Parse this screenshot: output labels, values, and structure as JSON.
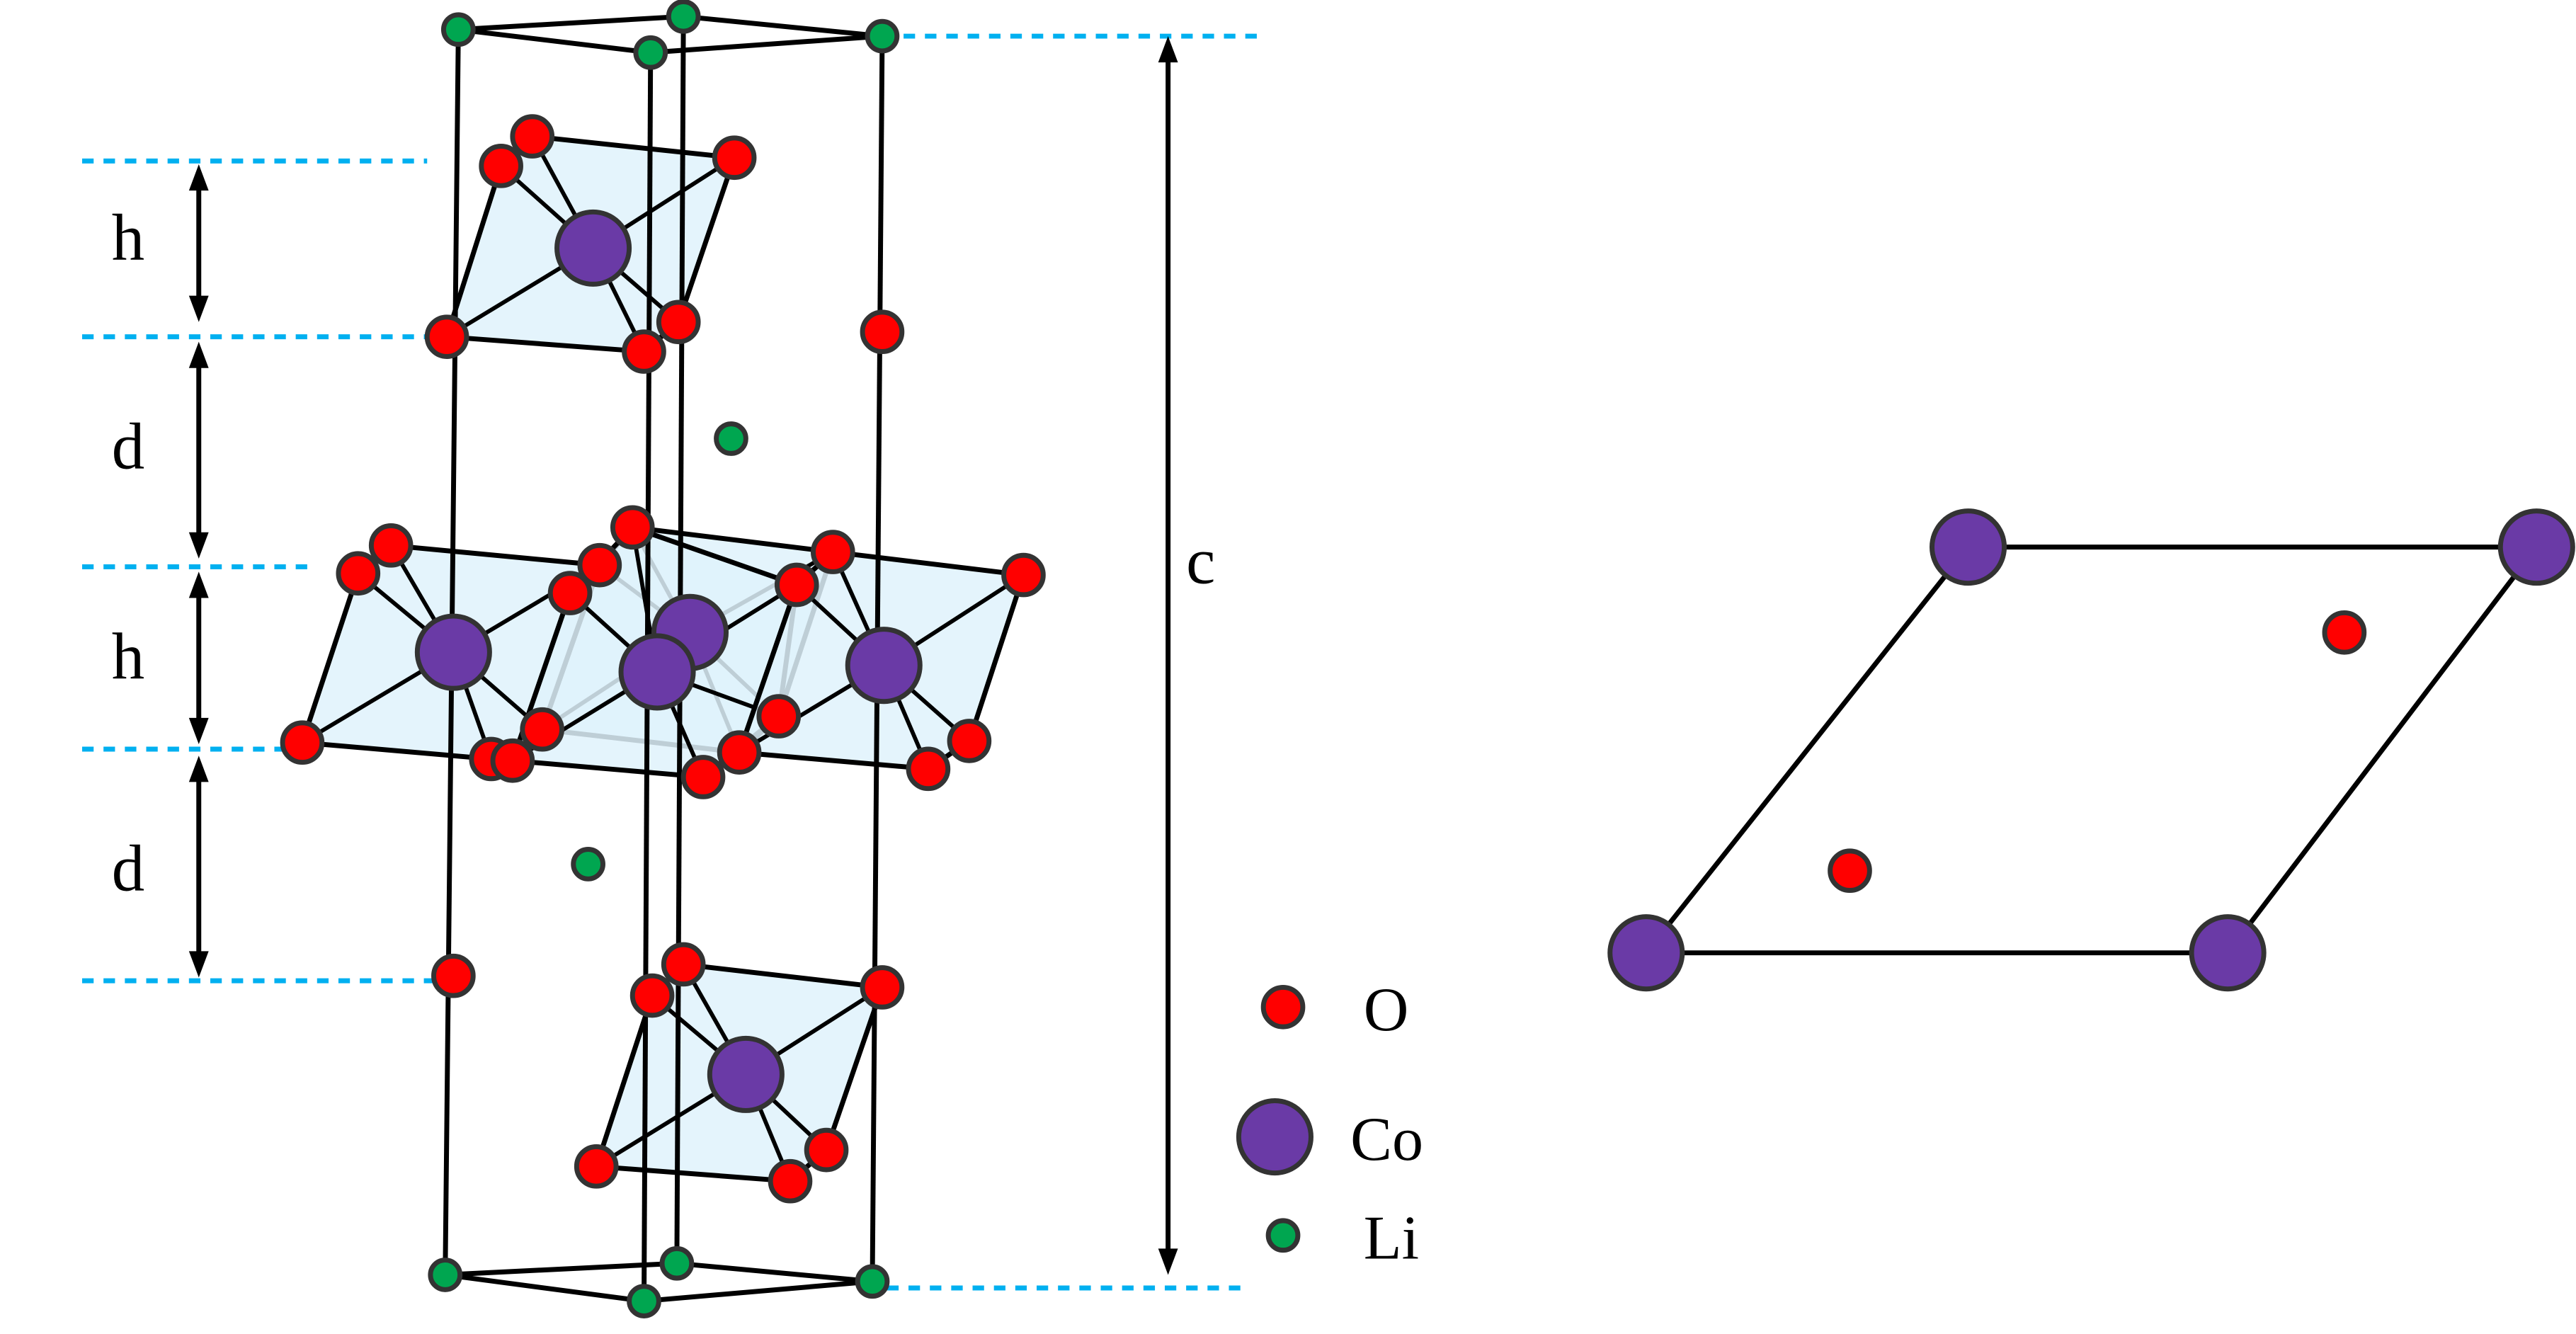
{
  "labels": {
    "h1": "h",
    "d1": "d",
    "h2": "h",
    "d2": "d",
    "c": "c"
  },
  "legend": [
    {
      "label": "O",
      "color": "#ff0000"
    },
    {
      "label": "Co",
      "color": "#6a3aa6"
    },
    {
      "label": "Li",
      "color": "#00a650"
    }
  ],
  "colors": {
    "guide": "#00b0f0",
    "octahedron": "#dff2fb",
    "O": "#ff0000",
    "Co": "#6a3aa6",
    "Li": "#00a650"
  }
}
